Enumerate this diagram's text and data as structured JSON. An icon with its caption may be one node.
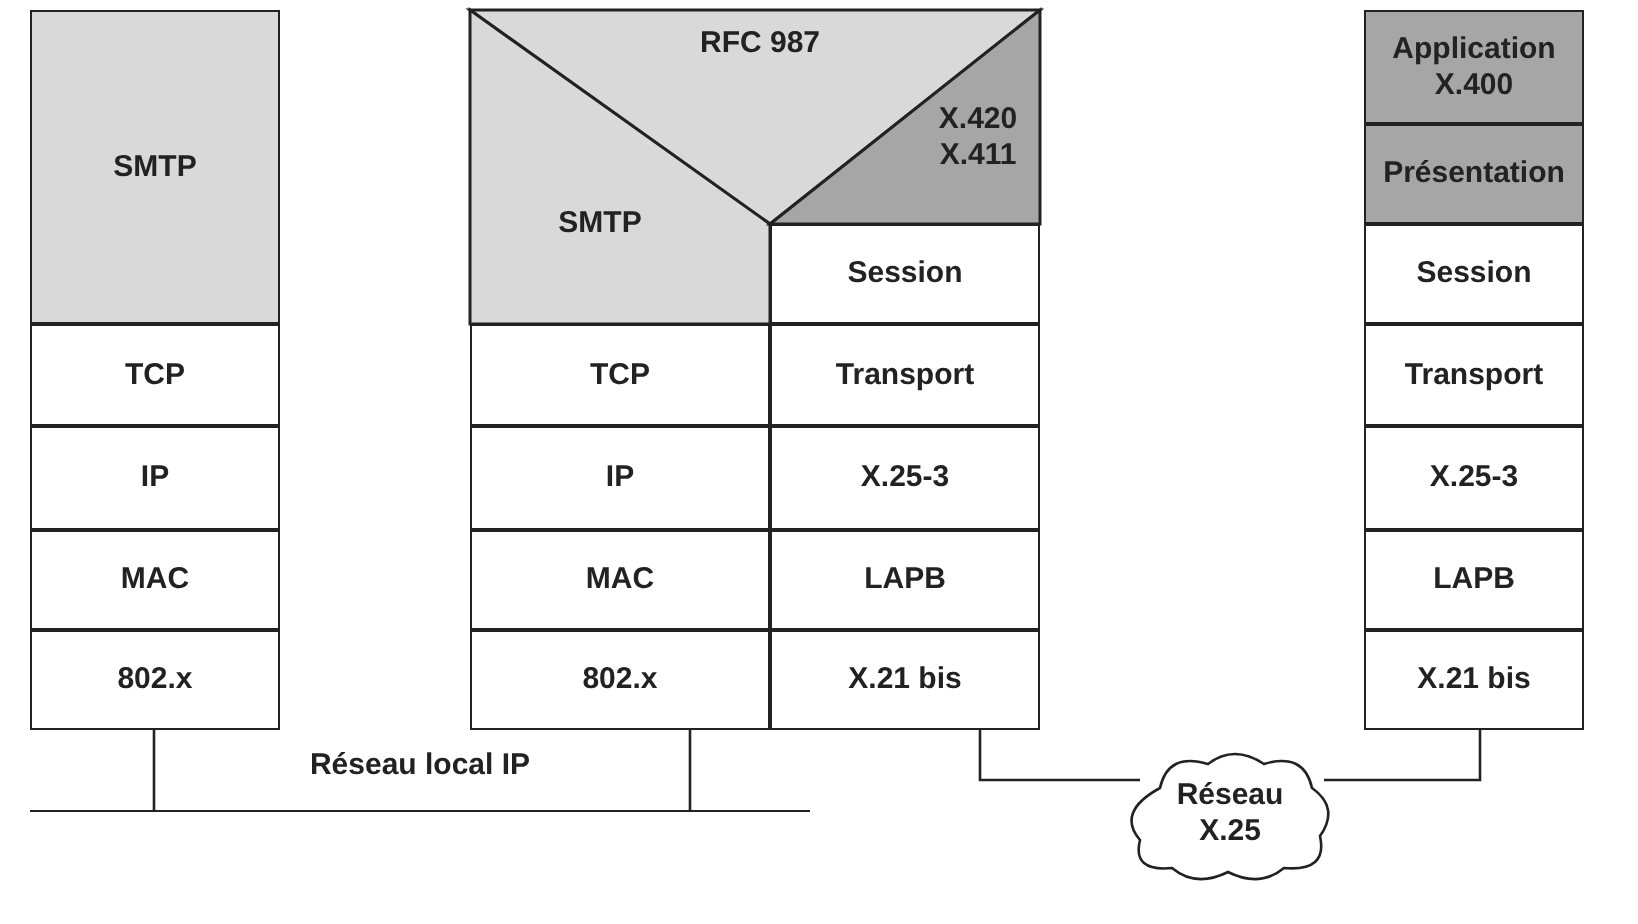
{
  "diagram": {
    "nodes": [
      {
        "text": [
          "SMTP"
        ]
      },
      {
        "text": [
          "TCP"
        ]
      },
      {
        "text": [
          "IP"
        ]
      },
      {
        "text": [
          "MAC"
        ]
      },
      {
        "text": [
          "802.x"
        ]
      },
      {
        "text": [
          "RFC 987"
        ]
      },
      {
        "text": [
          "SMTP"
        ]
      },
      {
        "text": [
          "X.420 X.411"
        ]
      },
      {
        "text": [
          "TCP"
        ]
      },
      {
        "text": [
          "Session"
        ]
      },
      {
        "text": [
          "Transport"
        ]
      },
      {
        "text": [
          "IP"
        ]
      },
      {
        "text": [
          "X.25-3"
        ]
      },
      {
        "text": [
          "MAC"
        ]
      },
      {
        "text": [
          "LAPB"
        ]
      },
      {
        "text": [
          "802.x"
        ]
      },
      {
        "text": [
          "X.21 bis"
        ]
      },
      {
        "text": [
          "Application X.400"
        ]
      },
      {
        "text": [
          "Présentation"
        ]
      },
      {
        "text": [
          "Session"
        ]
      },
      {
        "text": [
          "Transport"
        ]
      },
      {
        "text": [
          "X.25-3"
        ]
      },
      {
        "text": [
          "LAPB"
        ]
      },
      {
        "text": [
          "X.21 bis"
        ]
      },
      {
        "text": [
          "Réseau local IP"
        ]
      },
      {
        "text": [
          "Réseau X.25"
        ]
      }
    ],
    "edges": [
      {
        "from": 4,
        "to": 24,
        "arrow": "none"
      },
      {
        "from": 15,
        "to": 24,
        "arrow": "none"
      },
      {
        "from": 16,
        "to": 25,
        "arrow": "none"
      },
      {
        "from": 23,
        "to": 25,
        "arrow": "none"
      }
    ]
  }
}
